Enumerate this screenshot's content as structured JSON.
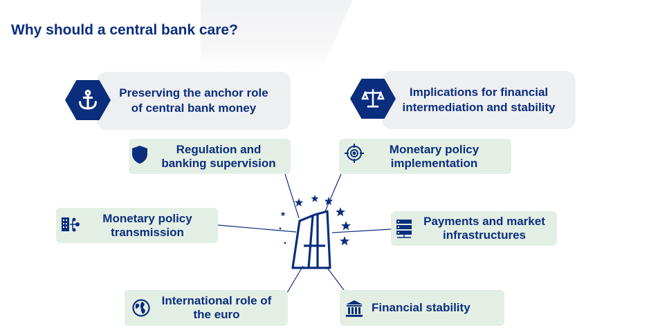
{
  "title": "Why should a central bank care?",
  "colors": {
    "navy": "#0b2d7d",
    "grey_box": "#eeeff1",
    "green_box": "#e3efe4"
  },
  "top_items": [
    {
      "label_line1": "Preserving the anchor role",
      "label_line2": "of central bank money",
      "icon": "anchor-icon"
    },
    {
      "label_line1": "Implications for financial",
      "label_line2": "intermediation and stability",
      "icon": "scale-icon"
    }
  ],
  "items": [
    {
      "label_line1": "Regulation and",
      "label_line2": "banking supervision",
      "icon": "shield-icon"
    },
    {
      "label_line1": "Monetary policy",
      "label_line2": "implementation",
      "icon": "target-icon"
    },
    {
      "label_line1": "Monetary policy",
      "label_line2": "transmission",
      "icon": "network-icon"
    },
    {
      "label_line1": "Payments and market",
      "label_line2": "infrastructures",
      "icon": "server-icon"
    },
    {
      "label_line1": "International role of",
      "label_line2": "the euro",
      "icon": "globe-icon"
    },
    {
      "label_line1": "Financial stability",
      "icon": "bank-icon"
    }
  ],
  "center_icon": "ecb-building-icon"
}
